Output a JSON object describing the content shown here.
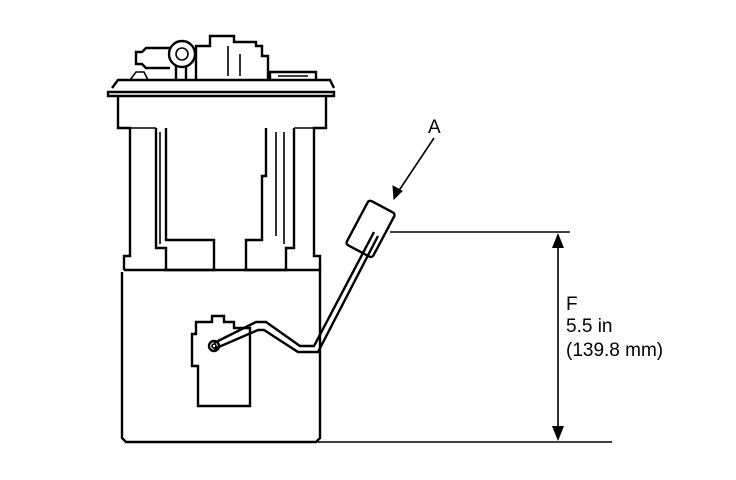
{
  "callout": {
    "letter": "A"
  },
  "dimension": {
    "letter": "F",
    "imperial": "5.5 in",
    "metric": "(139.8 mm)"
  },
  "colors": {
    "line": "#000000",
    "background": "#ffffff"
  }
}
